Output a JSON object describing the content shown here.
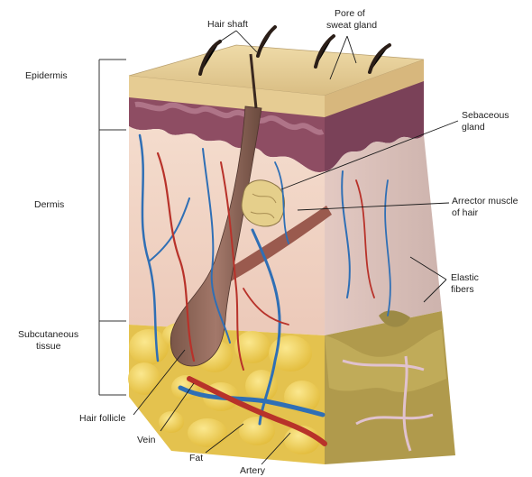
{
  "labels": {
    "epidermis": "Epidermis",
    "dermis": "Dermis",
    "subcutaneous_1": "Subcutaneous",
    "subcutaneous_2": "tissue",
    "hair_shaft": "Hair shaft",
    "pore_1": "Pore of",
    "pore_2": "sweat gland",
    "sebaceous_1": "Sebaceous",
    "sebaceous_2": "gland",
    "arrector_1": "Arrector muscle",
    "arrector_2": "of hair",
    "elastic_1": "Elastic",
    "elastic_2": "fibers",
    "hair_follicle": "Hair follicle",
    "vein": "Vein",
    "fat": "Fat",
    "artery": "Artery"
  },
  "colors": {
    "epidermis_top": "#e8cf95",
    "epidermis_pink": "#c79aa0",
    "dermis_front": "#f2d6c4",
    "dermis_side": "#dcc0b8",
    "fat": "#f1d35a",
    "fat_side": "#b7a04a",
    "hair": "#6a4a3a",
    "vein": "#2f6fb5",
    "artery": "#b8322a"
  }
}
